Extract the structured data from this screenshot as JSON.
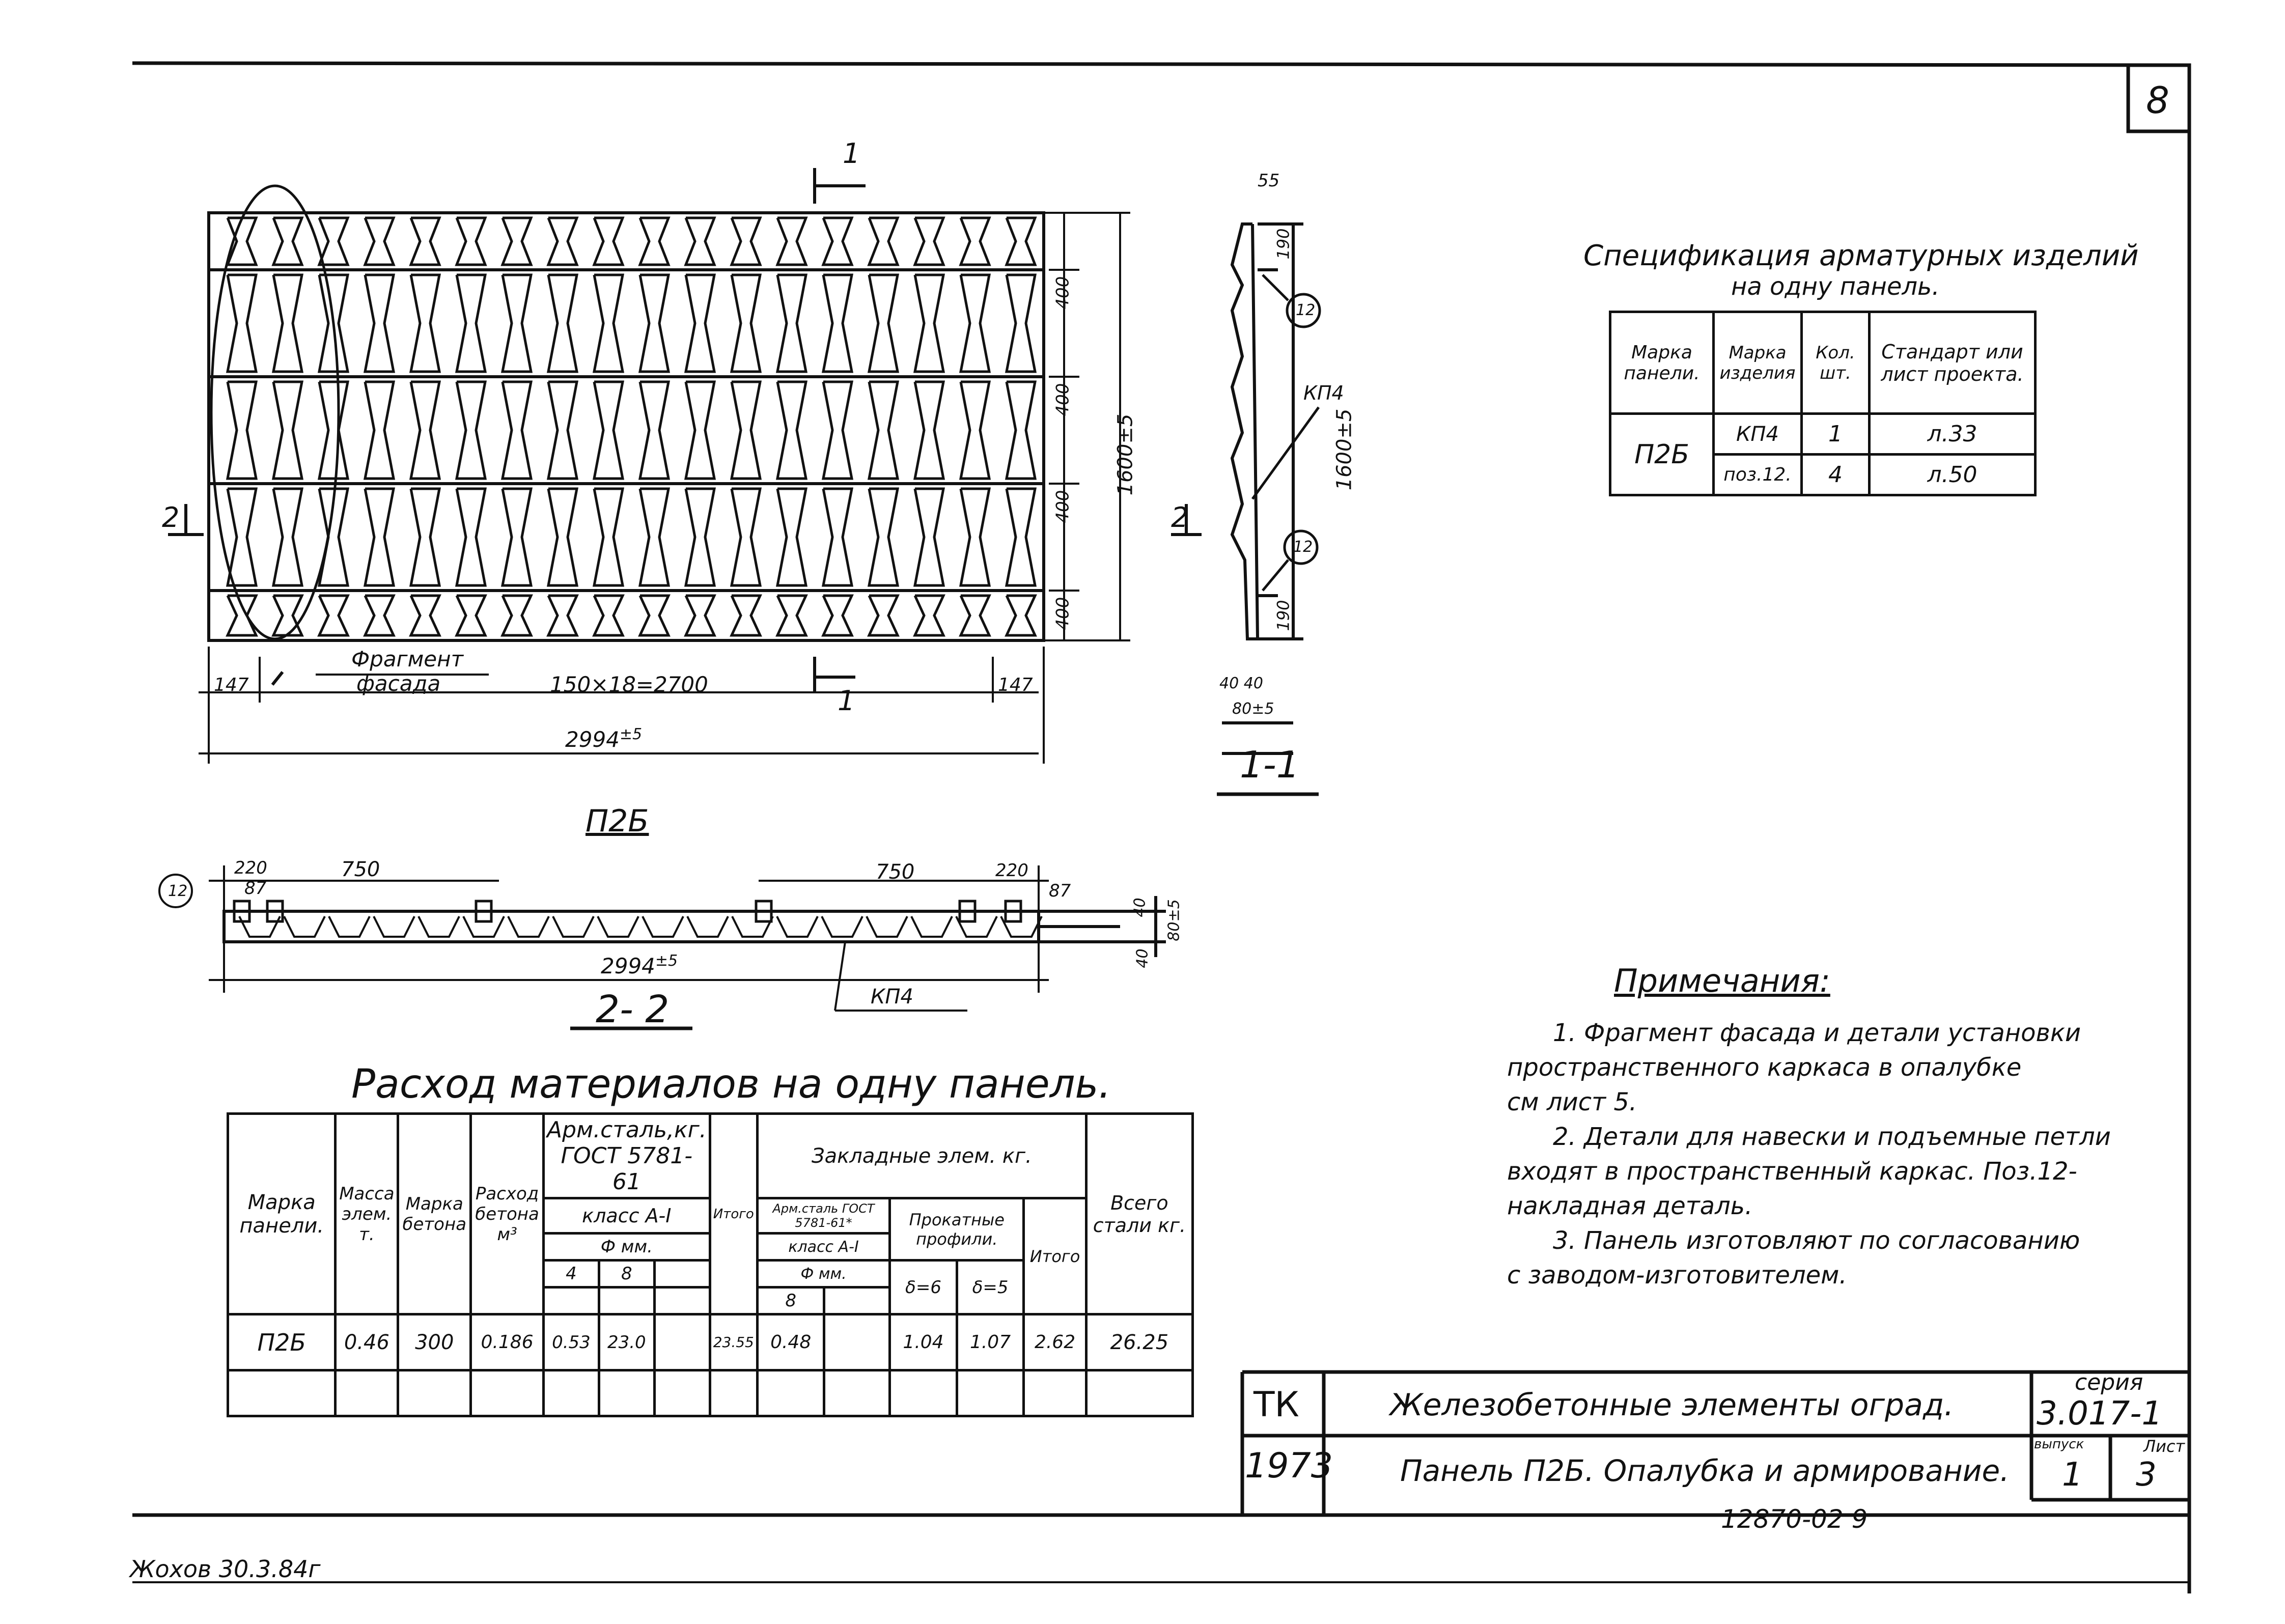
{
  "sheet_number": "8",
  "drawing": {
    "section_mark_1": "1",
    "section_mark_2": "2",
    "dim_400": "400",
    "dim_1600": "1600",
    "tol_5": "±5",
    "dim_147": "147",
    "dim_pitch": "150×18=2700",
    "dim_2994": "2994",
    "fragment_label_1": "Фрагмент",
    "fragment_label_2": "фасада",
    "panel_title": "П2Б",
    "dim_55": "55",
    "dim_190": "190",
    "kp4": "КП4",
    "callout_12": "12",
    "dim_40": "40",
    "dim_80": "80",
    "section_1_1": "1-1",
    "dim_220": "220",
    "dim_87": "87",
    "dim_750": "750",
    "section_2_2": "2- 2"
  },
  "spec": {
    "title_line1": "Спецификация арматурных изделий",
    "title_line2": "на одну панель.",
    "headers": [
      "Марка панели.",
      "Марка изделия",
      "Кол. шт.",
      "Стандарт или лист проекта."
    ],
    "panel": "П2Б",
    "rows": [
      {
        "item": "КП4",
        "qty": "1",
        "ref": "л.33"
      },
      {
        "item": "поз.12.",
        "qty": "4",
        "ref": "л.50"
      }
    ]
  },
  "materials": {
    "title": "Расход материалов на одну панель.",
    "h_mark": "Марка панели.",
    "h_mass": "Масса элем. т.",
    "h_concrete": "Марка бетона",
    "h_volume": "Расход бетона м³",
    "h_steel_1": "Арм.сталь,кг.",
    "h_steel_2": "ГОСТ 5781-61",
    "h_class": "класс А-I",
    "h_dmm": "Ф мм.",
    "h_d4": "4",
    "h_d8": "8",
    "h_total": "Итого",
    "h_embedded": "Закладные элем. кг.",
    "h_emb_steel": "Арм.сталь ГОСТ 5781-61*",
    "h_emb_class": "класс А-I",
    "h_emb_dmm": "Ф мм.",
    "h_emb_d8": "8",
    "h_rolled": "Прокатные профили.",
    "h_b6": "δ=6",
    "h_b5": "δ=5",
    "h_emb_total": "Итого",
    "h_all": "Всего стали кг.",
    "row": [
      "П2Б",
      "0.46",
      "300",
      "0.186",
      "0.53",
      "23.0",
      "",
      "23.55",
      "0.48",
      "",
      "1.04",
      "1.07",
      "2.62",
      "26.25"
    ]
  },
  "notes": {
    "title": "Примечания:",
    "n1a": "1. Фрагмент фасада и детали установки",
    "n1b": "пространственного каркаса в опалубке",
    "n1c": "см лист 5.",
    "n2a": "2. Детали для навески и подъемные петли",
    "n2b": "входят в пространственный каркас. Поз.12-",
    "n2c": "накладная деталь.",
    "n3a": "3. Панель изготовляют по согласованию",
    "n3b": "с заводом-изготовителем."
  },
  "titleblock": {
    "tk": "ТК",
    "year": "1973",
    "name1": "Железобетонные элементы оград.",
    "name2": "Панель П2Б. Опалубка и армирование.",
    "series_label": "серия",
    "series": "3.017-1",
    "issue_label": "выпуск",
    "issue": "1",
    "sheet_label": "Лист",
    "sheet": "3"
  },
  "footer": {
    "code": "12870-02  9",
    "signature": "Жохов  30.3.84г"
  }
}
